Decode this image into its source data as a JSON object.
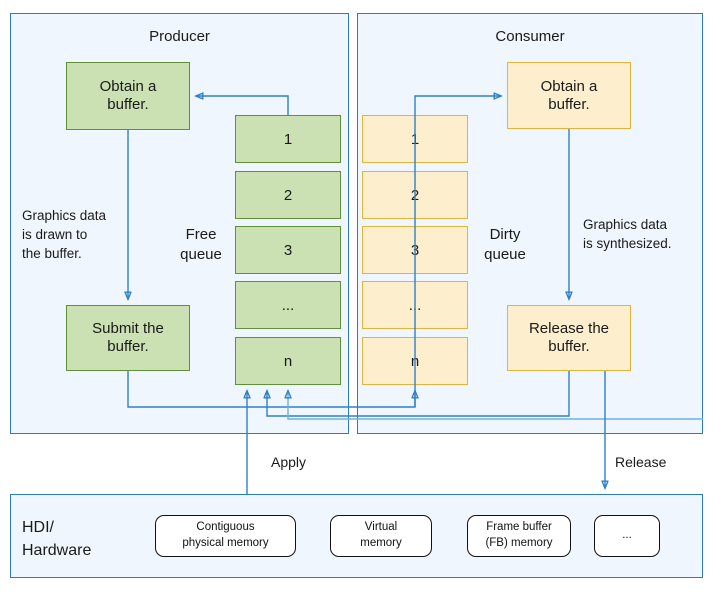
{
  "diagram": {
    "title_producer": "Producer",
    "title_consumer": "Consumer",
    "hardware_label": "HDI/\nHardware"
  },
  "producer": {
    "obtain": "Obtain a\nbuffer.",
    "submit": "Submit the\nbuffer.",
    "caption": "Graphics data\nis drawn to\nthe buffer.",
    "queue_label": "Free\nqueue",
    "queue_items": [
      "1",
      "2",
      "3",
      "...",
      "n"
    ]
  },
  "consumer": {
    "obtain": "Obtain a\nbuffer.",
    "release": "Release the\nbuffer.",
    "caption": "Graphics data\nis synthesized.",
    "queue_label": "Dirty\nqueue",
    "queue_items": [
      "1",
      "2",
      "3",
      "...",
      "n"
    ]
  },
  "edges": {
    "apply": "Apply",
    "release": "Release"
  },
  "hardware": {
    "chips": [
      "Contiguous\nphysical memory",
      "Virtual\nmemory",
      "Frame buffer\n(FB) memory",
      "..."
    ]
  },
  "colors": {
    "panel_bg": "#f0f6fd",
    "panel_border": "#2a7bc0",
    "green_fill": "#cbe0b3",
    "green_border": "#5f9137",
    "yellow_fill": "#fdefcd",
    "yellow_border": "#e5b33a",
    "wire": "#2f80c8"
  }
}
